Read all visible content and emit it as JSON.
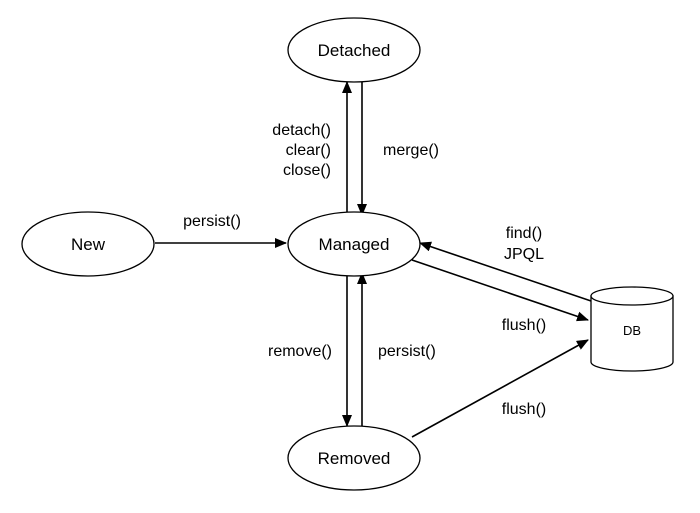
{
  "nodes": {
    "detached": "Detached",
    "new": "New",
    "managed": "Managed",
    "removed": "Removed",
    "db": "DB"
  },
  "edges": {
    "detach_labels": [
      "detach()",
      "clear()",
      "close()"
    ],
    "merge": "merge()",
    "persist_new": "persist()",
    "find_labels": [
      "find()",
      "JPQL"
    ],
    "flush_managed": "flush()",
    "remove": "remove()",
    "persist_removed": "persist()",
    "flush_removed": "flush()"
  },
  "colors": {
    "stroke": "#000000",
    "fill": "#ffffff"
  }
}
